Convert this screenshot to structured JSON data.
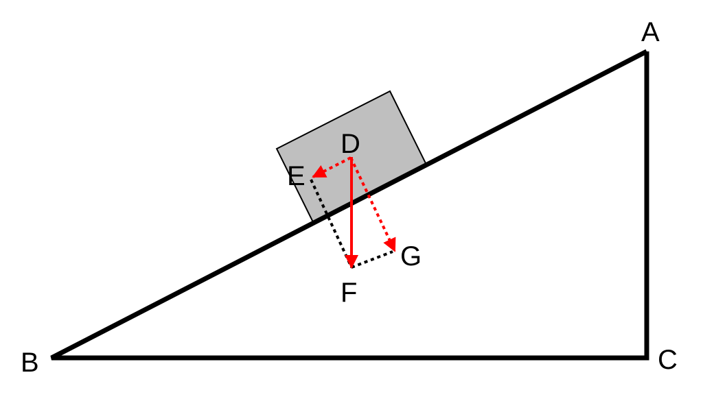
{
  "labels": {
    "A": "A",
    "B": "B",
    "C": "C",
    "D": "D",
    "E": "E",
    "F": "F",
    "G": "G"
  },
  "colors": {
    "line": "#000000",
    "force": "#ff0000",
    "block": "#bfbfbf"
  }
}
